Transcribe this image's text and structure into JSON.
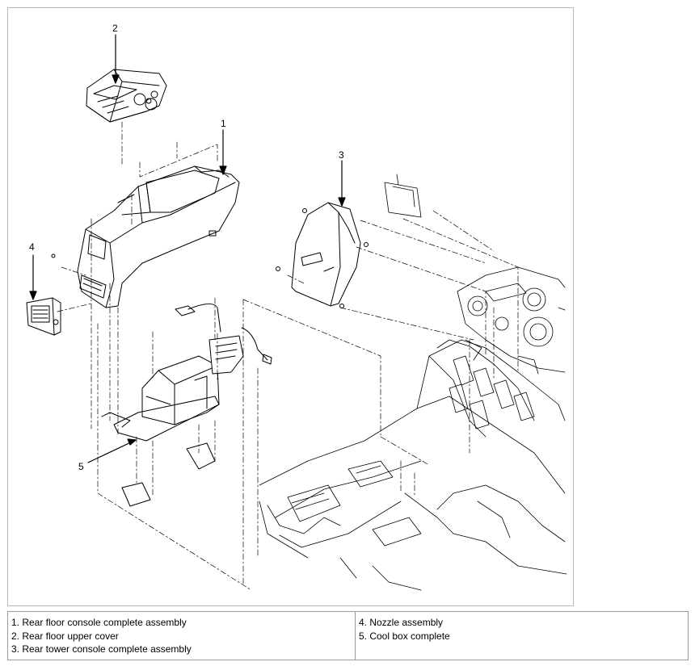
{
  "diagram": {
    "callouts": [
      {
        "id": "c1",
        "number": "1"
      },
      {
        "id": "c2",
        "number": "2"
      },
      {
        "id": "c3",
        "number": "3"
      },
      {
        "id": "c4",
        "number": "4"
      },
      {
        "id": "c5",
        "number": "5"
      }
    ]
  },
  "legend": {
    "left": [
      "1. Rear floor console complete assembly",
      "2. Rear floor upper cover",
      "3. Rear tower console complete assembly"
    ],
    "right": [
      "4. Nozzle assembly",
      "5. Cool box complete"
    ]
  }
}
